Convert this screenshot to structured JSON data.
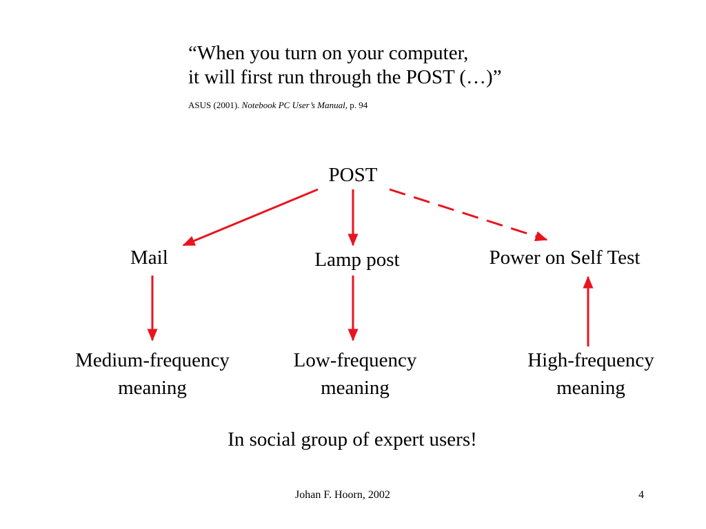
{
  "quote": {
    "line1": "“When you turn on your computer,",
    "line2": "it will first run through the POST (…)”"
  },
  "citation": {
    "prefix": "ASUS (2001). ",
    "title": "Notebook PC User’s Manual",
    "suffix": ", p. 94"
  },
  "diagram": {
    "root": "POST",
    "branches": [
      "Mail",
      "Lamp post",
      "Power on Self Test"
    ],
    "meanings": [
      {
        "line1": "Medium-frequency",
        "line2": "meaning"
      },
      {
        "line1": "Low-frequency",
        "line2": "meaning"
      },
      {
        "line1": "High-frequency",
        "line2": "meaning"
      }
    ],
    "arrow_color": "#e8141e"
  },
  "conclusion": "In social group of expert users!",
  "footer": {
    "author": "Johan F. Hoorn, 2002",
    "page_number": "4"
  }
}
